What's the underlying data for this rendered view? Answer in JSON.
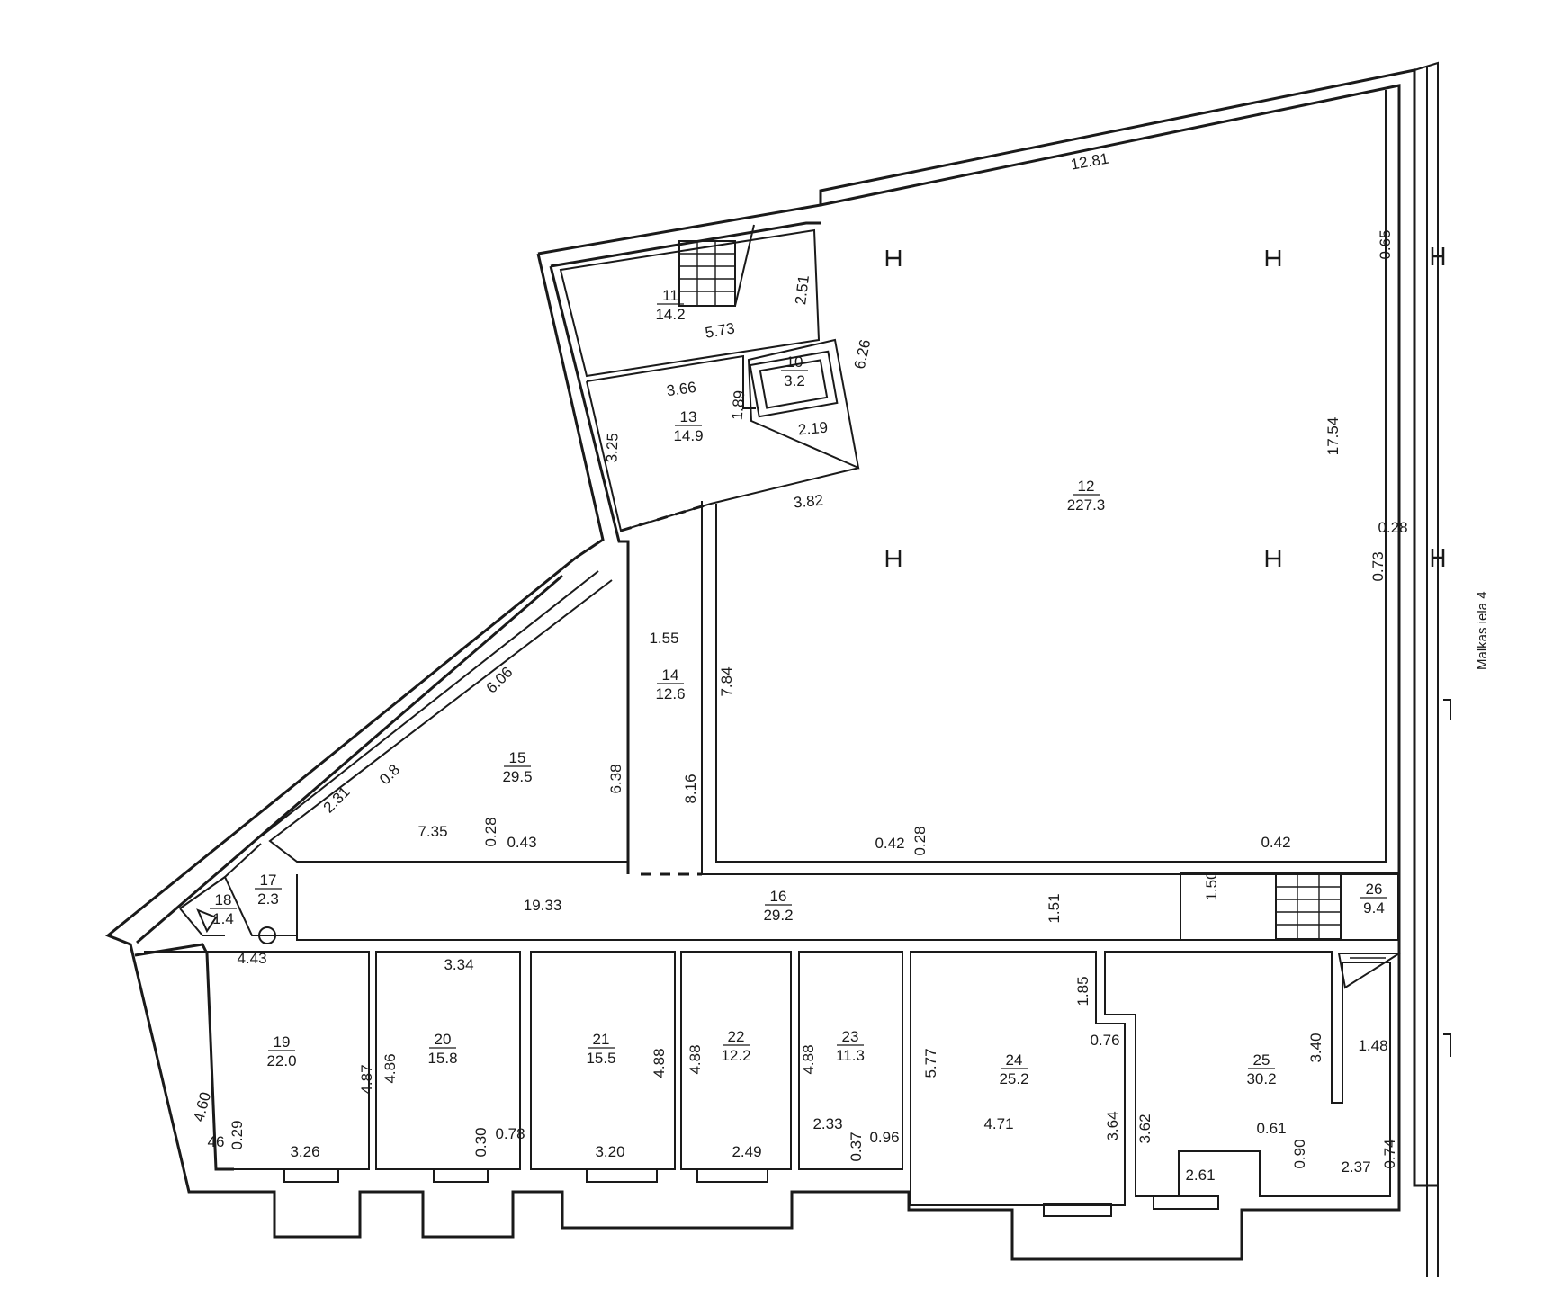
{
  "street_label": "Malkas iela 4",
  "rooms": [
    {
      "id": "r11",
      "number": "11",
      "area": "14.2"
    },
    {
      "id": "r10",
      "number": "10",
      "area": "3.2"
    },
    {
      "id": "r13",
      "number": "13",
      "area": "14.9"
    },
    {
      "id": "r12",
      "number": "12",
      "area": "227.3"
    },
    {
      "id": "r14",
      "number": "14",
      "area": "12.6"
    },
    {
      "id": "r15",
      "number": "15",
      "area": "29.5"
    },
    {
      "id": "r16",
      "number": "16",
      "area": "29.2"
    },
    {
      "id": "r17",
      "number": "17",
      "area": "2.3"
    },
    {
      "id": "r18",
      "number": "18",
      "area": "1.4"
    },
    {
      "id": "r19",
      "number": "19",
      "area": "22.0"
    },
    {
      "id": "r20",
      "number": "20",
      "area": "15.8"
    },
    {
      "id": "r21",
      "number": "21",
      "area": "15.5"
    },
    {
      "id": "r22",
      "number": "22",
      "area": "12.2"
    },
    {
      "id": "r23",
      "number": "23",
      "area": "11.3"
    },
    {
      "id": "r24",
      "number": "24",
      "area": "25.2"
    },
    {
      "id": "r25",
      "number": "25",
      "area": "30.2"
    },
    {
      "id": "r26",
      "number": "26",
      "area": "9.4"
    }
  ],
  "dimensions": [
    "12.81",
    "0.65",
    "2.51",
    "5.73",
    "6.26",
    "3.66",
    "1.89",
    "3.25",
    "2.19",
    "3.82",
    "17.54",
    "0.73",
    "0.28",
    "1.55",
    "7.84",
    "6.06",
    "6.38",
    "8.16",
    "2.31",
    "0.8",
    "7.35",
    "0.28",
    "0.43",
    "0.42",
    "0.28",
    "0.42",
    "19.33",
    "1.51",
    "1.50",
    "4.43",
    "3.34",
    "4.86",
    "4.87",
    "4.88",
    "4.88",
    "4.88",
    "1.85",
    "0.76",
    "3.40",
    "1.48",
    "5.77",
    "3.64",
    "3.62",
    "4.71",
    "4.60",
    "0.29",
    "46",
    "3.26",
    "0.30",
    "0.78",
    "3.20",
    "2.49",
    "2.33",
    "0.37",
    "0.96",
    "0.61",
    "0.90",
    "0.74",
    "2.61",
    "2.37"
  ]
}
